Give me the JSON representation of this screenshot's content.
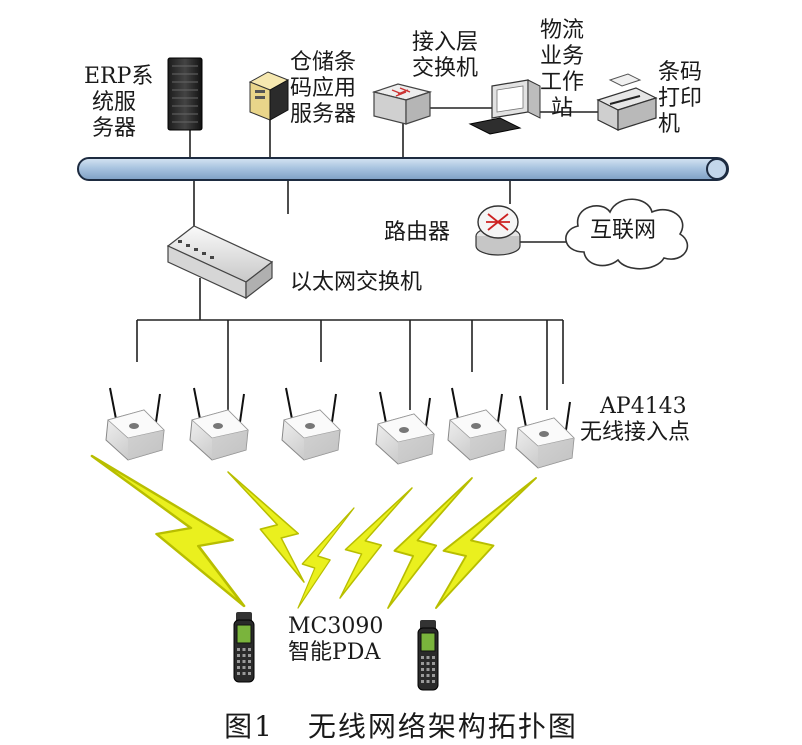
{
  "labels": {
    "erp_server": [
      "ERP系",
      "统服",
      "务器"
    ],
    "warehouse_server": [
      "仓储条",
      "码应用",
      "服务器"
    ],
    "access_switch": [
      "接入层",
      "交换机"
    ],
    "workstation": [
      "物流",
      "业务",
      "工作",
      "站"
    ],
    "barcode_printer": [
      "条码",
      "打印",
      "机"
    ],
    "router": "路由器",
    "internet": "互联网",
    "ethernet_switch": "以太网交换机",
    "access_point": [
      "AP4143",
      "无线接入点"
    ],
    "pda": [
      "MC3090",
      "智能PDA"
    ]
  },
  "caption": {
    "figure_no": "图1",
    "title": "无线网络架构拓扑图"
  },
  "colors": {
    "backbone": "#a9c4e0",
    "lightning": "#eaf01e",
    "line": "#222222"
  },
  "icons": {
    "erp_server": "rack-server-icon",
    "warehouse_server": "tower-server-icon",
    "access_switch": "network-switch-icon",
    "workstation": "desktop-computer-icon",
    "barcode_printer": "printer-icon",
    "router": "router-icon",
    "internet": "cloud-icon",
    "ethernet_switch": "ethernet-switch-icon",
    "access_point": "wireless-access-point-icon",
    "pda": "handheld-pda-icon"
  }
}
